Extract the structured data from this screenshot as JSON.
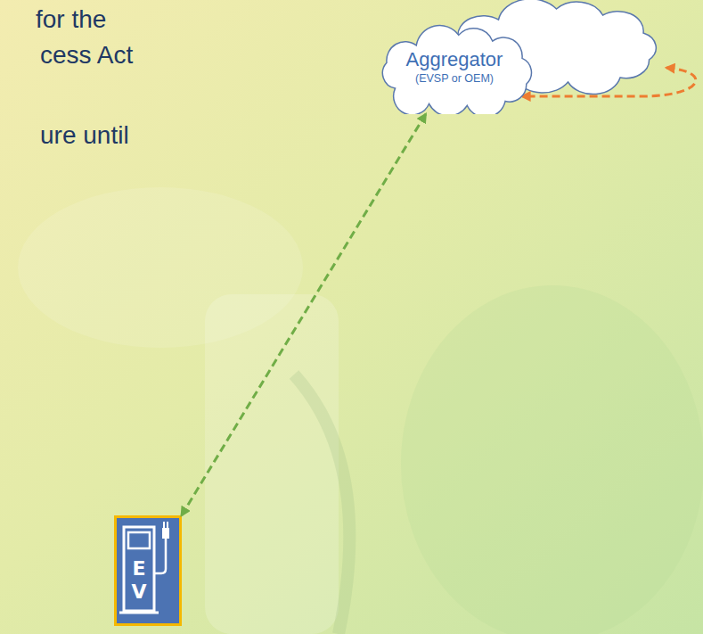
{
  "diagram": {
    "nodes": [
      {
        "text": [
          "Aggregator",
          "(EVSP or OEM)"
        ]
      },
      {
        "text": [
          "E V"
        ]
      }
    ],
    "edges": [
      {
        "from": 0,
        "to": 1,
        "arrow": "both"
      }
    ],
    "labels": [
      "for the",
      "cess Act",
      "ure until"
    ]
  }
}
